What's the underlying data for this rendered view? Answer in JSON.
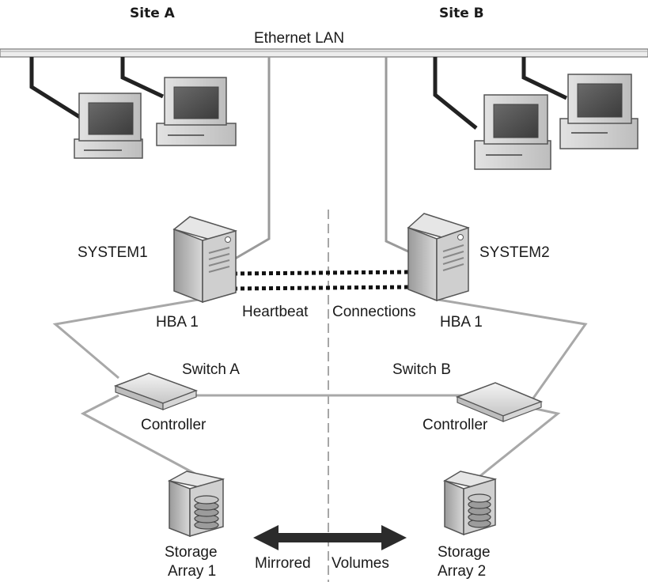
{
  "site_a": "Site A",
  "site_b": "Site B",
  "lan": "Ethernet LAN",
  "system1": "SYSTEM1",
  "system2": "SYSTEM2",
  "hba1_left": "HBA 1",
  "hba1_right": "HBA 1",
  "heartbeat_1": "Heartbeat",
  "heartbeat_2": "Connections",
  "switch_a": "Switch A",
  "switch_b": "Switch B",
  "controller_left": "Controller",
  "controller_right": "Controller",
  "storage1_line1": "Storage",
  "storage1_line2": "Array 1",
  "storage2_line1": "Storage",
  "storage2_line2": "Array 2",
  "mirrored_1": "Mirrored",
  "mirrored_2": "Volumes"
}
